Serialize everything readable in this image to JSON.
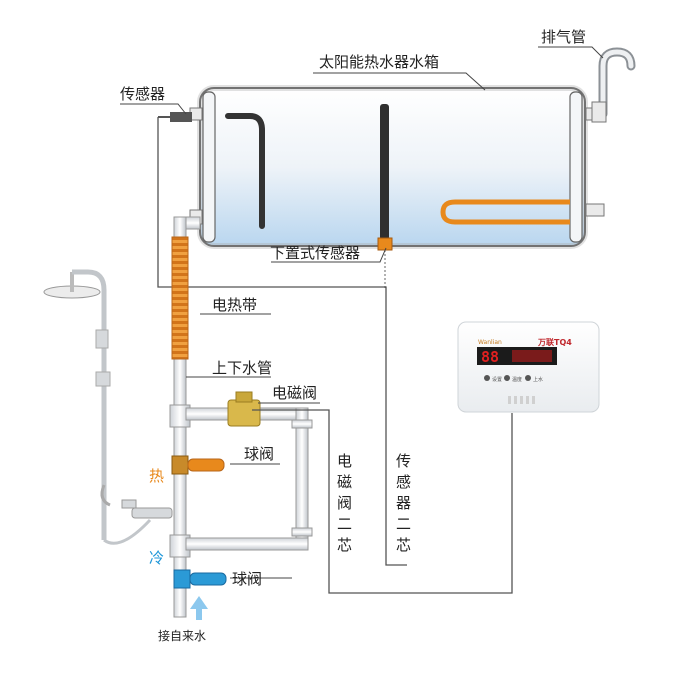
{
  "labels": {
    "exhaust_pipe": "排气管",
    "tank": "太阳能热水器水箱",
    "sensor": "传感器",
    "bottom_sensor": "下置式传感器",
    "heating_tape": "电热带",
    "updown_pipe": "上下水管",
    "solenoid_valve": "电磁阀",
    "ball_valve_hot": "球阀",
    "ball_valve_cold": "球阀",
    "hot": "热",
    "cold": "冷",
    "tap_water_inlet": "接自来水",
    "solenoid_core_vertical": [
      "电",
      "磁",
      "阀",
      "二",
      "芯"
    ],
    "sensor_core_vertical": [
      "传",
      "感",
      "器",
      "二",
      "芯"
    ]
  },
  "controller": {
    "brand": "Wanlian",
    "model_badge": "万联TQ4",
    "display_value": "88",
    "buttons": [
      "设置",
      "温度",
      "上水"
    ]
  },
  "colors": {
    "hot_label": "#e8891c",
    "cold_label": "#1e96d8",
    "heating_tape": "#e8891c",
    "display_bg": "#1b1b1b",
    "display_digits": "#e02020"
  }
}
